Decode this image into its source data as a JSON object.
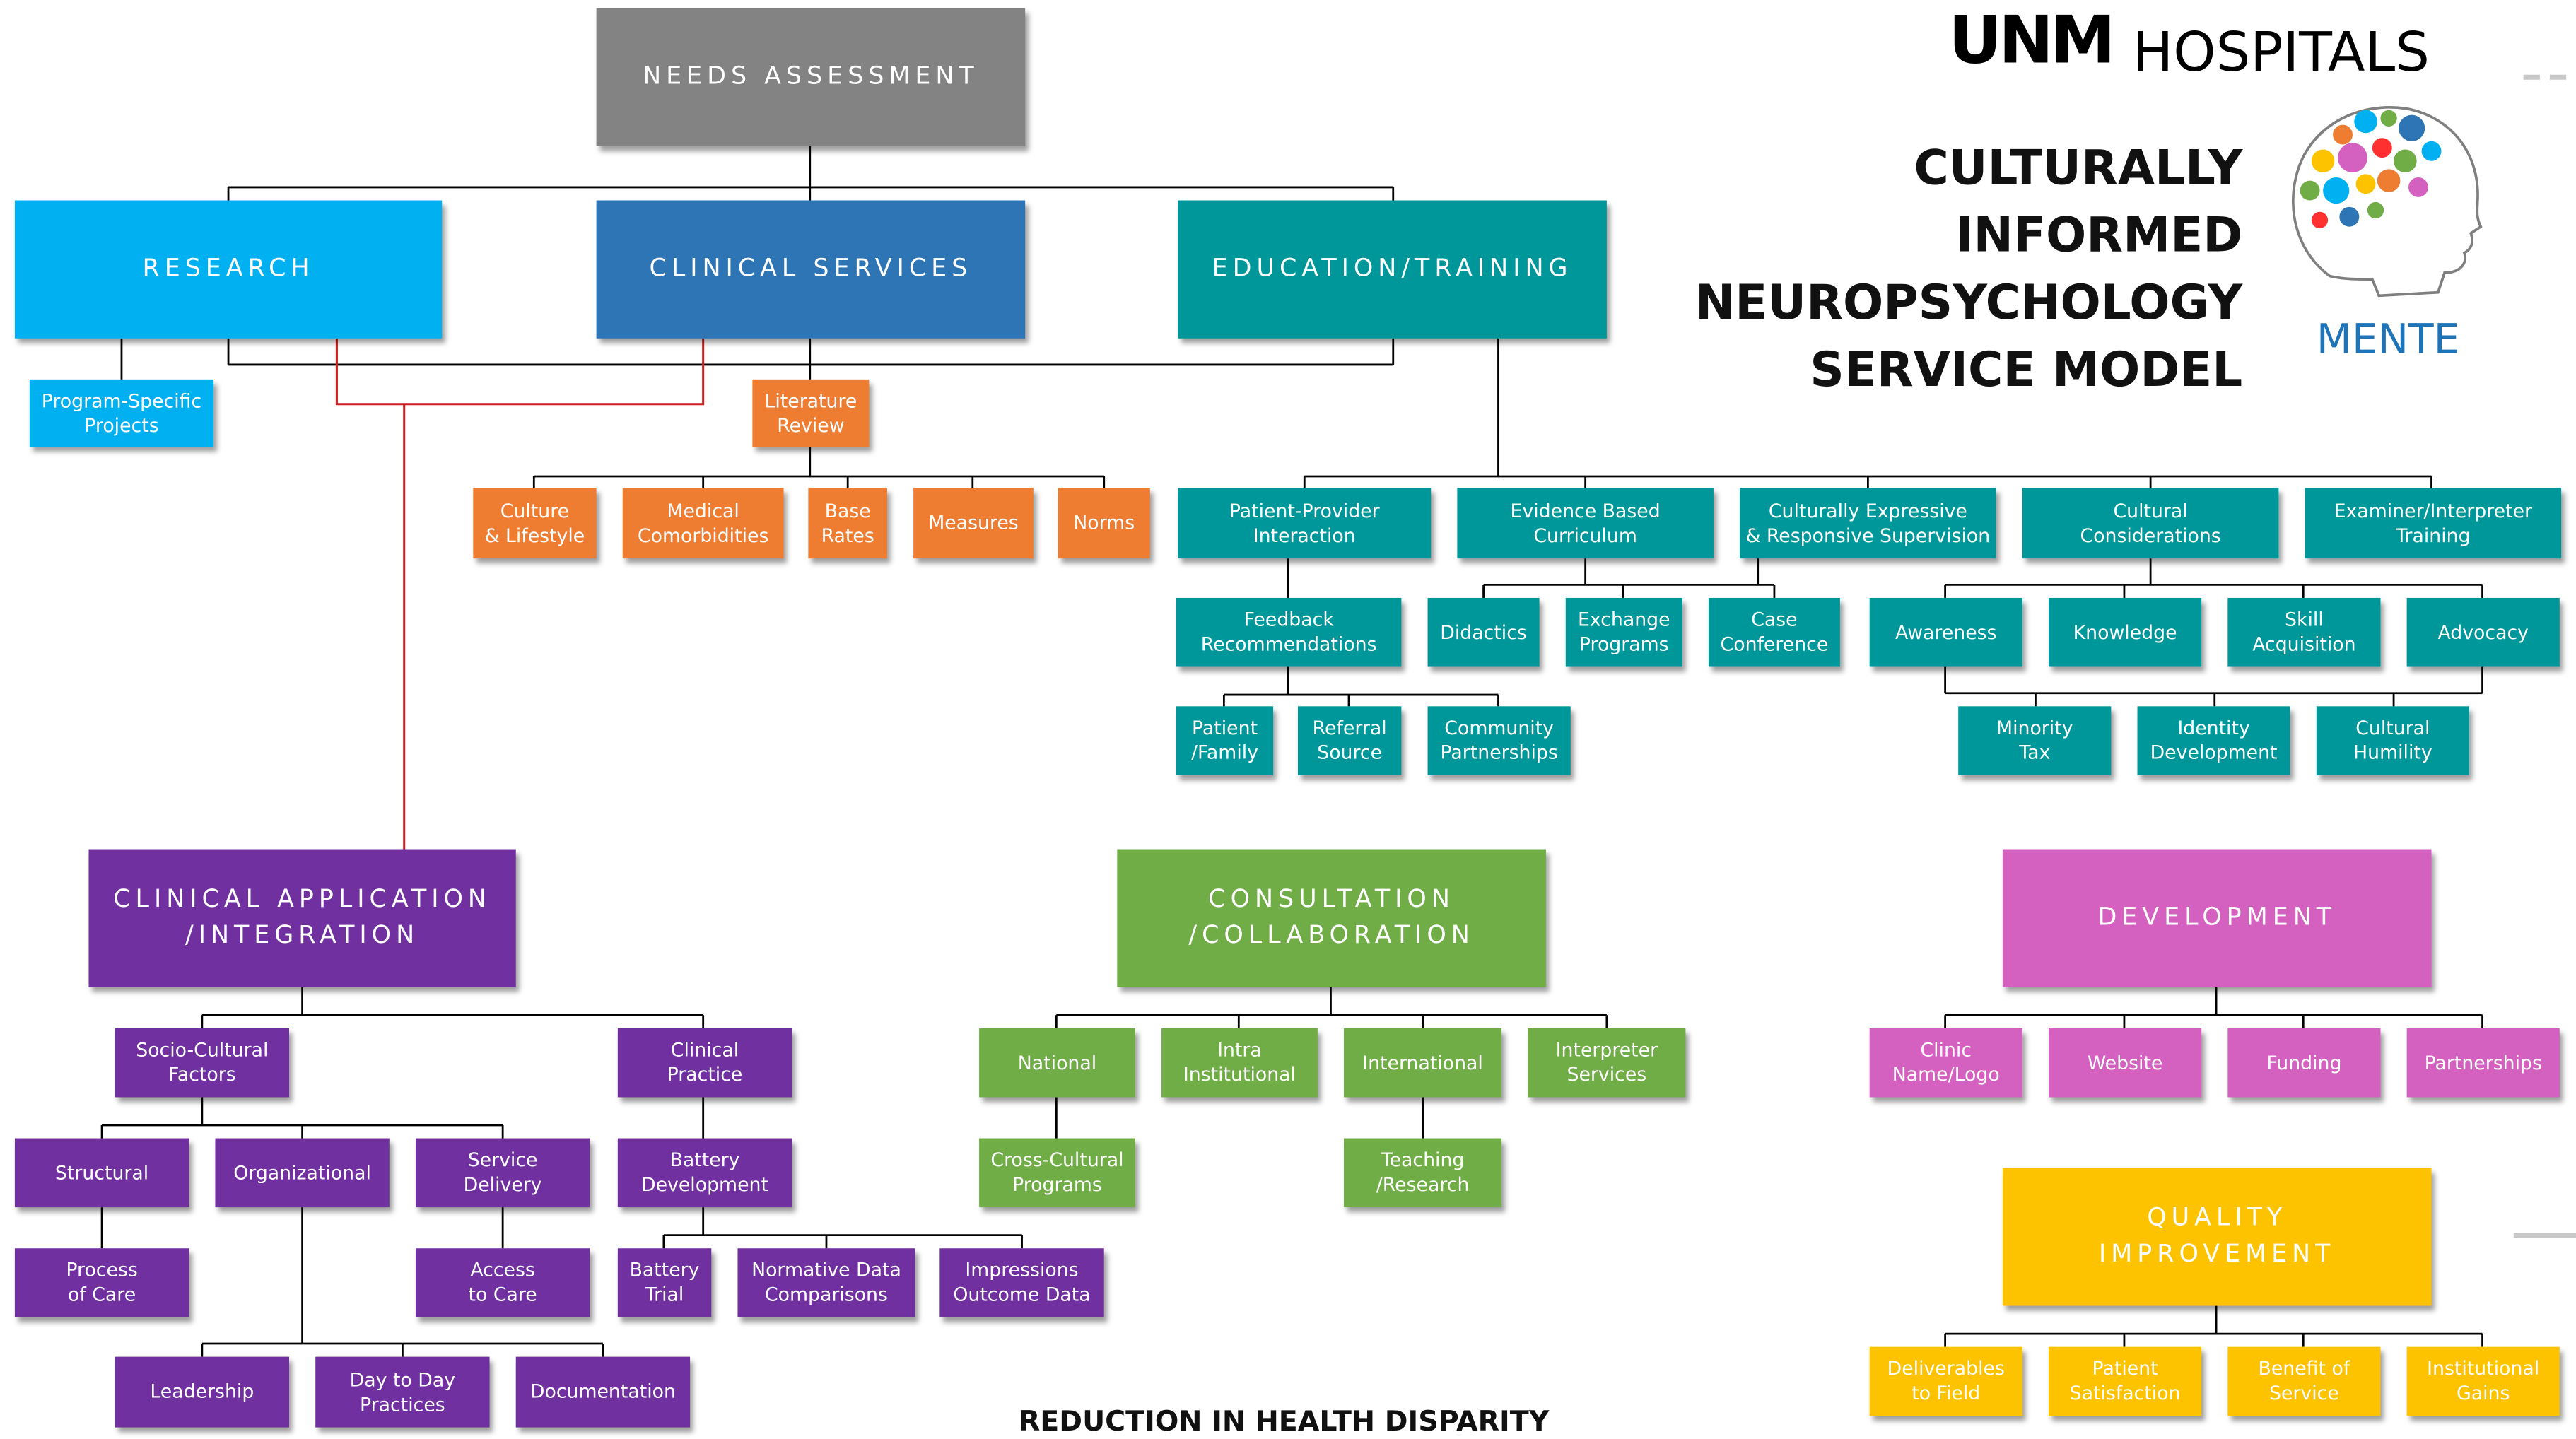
{
  "header": {
    "logo_mark": "UNM",
    "hospitals": "HOSPITALS",
    "title_lines": [
      "CULTURALLY INFORMED",
      "NEUROPSYCHOLOGY",
      "SERVICE MODEL"
    ],
    "mente": "MENTE",
    "footer_text": "REDUCTION IN HEALTH DISPARITY"
  },
  "colors": {
    "gray": "#838383",
    "research": "#00b0f0",
    "clinical": "#2e75b6",
    "teal": "#00979a",
    "orange": "#ee7d31",
    "purple": "#7030a0",
    "green": "#70ad47",
    "pink": "#d460c0",
    "yellow": "#fdc200",
    "line": "#000000",
    "red_line": "#cc1f1f"
  },
  "top": {
    "needs": "NEEDS ASSESSMENT",
    "research": "RESEARCH",
    "clinical_services": "CLINICAL SERVICES",
    "education": "EDUCATION/TRAINING"
  },
  "research_items": {
    "program_specific": "Program-Specific\nProjects"
  },
  "clinical_services_items": {
    "literature_review": "Literature\nReview",
    "culture_lifestyle": "Culture\n& Lifestyle",
    "medical_comorbidities": "Medical\nComorbidities",
    "base_rates": "Base\nRates",
    "measures": "Measures",
    "norms": "Norms"
  },
  "education_items": {
    "patient_provider": "Patient-Provider\nInteraction",
    "evidence_based": "Evidence Based\nCurriculum",
    "culturally_expressive": "Culturally Expressive\n& Responsive Supervision",
    "cultural_considerations": "Cultural\nConsiderations",
    "examiner_interpreter": "Examiner/Interpreter\nTraining",
    "feedback": "Feedback\nRecommendations",
    "didactics": "Didactics",
    "exchange_programs": "Exchange\nPrograms",
    "case_conference": "Case\nConference",
    "awareness": "Awareness",
    "knowledge": "Knowledge",
    "skill_acquisition": "Skill\nAcquisition",
    "advocacy": "Advocacy",
    "patient_family": "Patient\n/Family",
    "referral_source": "Referral\nSource",
    "community_partnerships": "Community\nPartnerships",
    "minority_tax": "Minority\nTax",
    "identity_development": "Identity\nDevelopment",
    "cultural_humility": "Cultural\nHumility"
  },
  "clinical_app": {
    "title": "CLINICAL APPLICATION\n/INTEGRATION",
    "socio_cultural": "Socio-Cultural\nFactors",
    "clinical_practice": "Clinical\nPractice",
    "structural": "Structural",
    "organizational": "Organizational",
    "service_delivery": "Service\nDelivery",
    "battery_development": "Battery\nDevelopment",
    "process_of_care": "Process\nof Care",
    "access_to_care": "Access\nto Care",
    "battery_trial": "Battery\nTrial",
    "normative_data": "Normative Data\nComparisons",
    "impressions": "Impressions\nOutcome Data",
    "leadership": "Leadership",
    "day_to_day": "Day to Day\nPractices",
    "documentation": "Documentation"
  },
  "consultation": {
    "title": "CONSULTATION\n/COLLABORATION",
    "national": "National",
    "intra_institutional": "Intra\nInstitutional",
    "international": "International",
    "interpreter_services": "Interpreter\nServices",
    "cross_cultural": "Cross-Cultural\nPrograms",
    "teaching_research": "Teaching\n/Research"
  },
  "development": {
    "title": "DEVELOPMENT",
    "clinic_name": "Clinic\nName/Logo",
    "website": "Website",
    "funding": "Funding",
    "partnerships": "Partnerships"
  },
  "quality": {
    "title": "QUALITY\nIMPROVEMENT",
    "deliverables": "Deliverables\nto Field",
    "patient_satisfaction": "Patient\nSatisfaction",
    "benefit_of_service": "Benefit of\nService",
    "institutional_gains": "Institutional\nGains"
  }
}
